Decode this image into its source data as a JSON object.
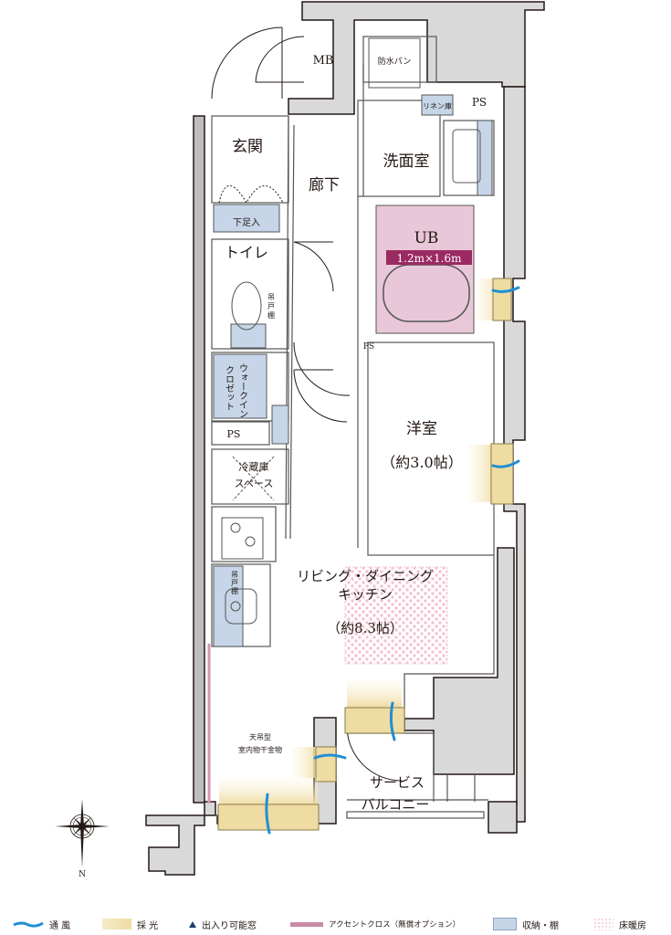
{
  "plan": {
    "rooms": {
      "mb": "MB",
      "waterproof_pan": "防水パン",
      "linen": "リネン庫",
      "ps_top": "PS",
      "entrance": "玄関",
      "hallway": "廊下",
      "washroom": "洗面室",
      "shoe_box": "下足入",
      "ub": "UB",
      "ub_size": "1.2m×1.6m",
      "toilet": "トイレ",
      "toilet_shelf": [
        "吊",
        "戸",
        "棚"
      ],
      "ps_mid": "PS",
      "wic_line1": "ウォークイン",
      "wic_line2": "クロゼット",
      "ps_left": "PS",
      "fridge_line1": "冷蔵庫",
      "fridge_line2": "スペース",
      "western_room": "洋室",
      "western_size": "（約3.0帖）",
      "kitchen_shelf": [
        "吊",
        "戸",
        "棚"
      ],
      "ldk_line1": "リビング・ダイニング",
      "ldk_line2": "キッチン",
      "ldk_size": "（約8.3帖）",
      "dryer_line1": "天吊型",
      "dryer_line2": "室内物干金物",
      "balcony_line1": "サービス",
      "balcony_line2": "バルコニー"
    },
    "compass": {
      "label": "N"
    },
    "colors": {
      "wall_fill": "#d9d9d9",
      "wall_line": "#231815",
      "ub_fill": "#e8c8d8",
      "ub_label": "#9b2a62",
      "storage": "#c6d6e8",
      "light": "#f2e2ae",
      "wind": "#1e8fd6",
      "accent": "#d596b4",
      "heat_dot": "#f2c4d2"
    }
  },
  "legend": {
    "wind": "通 風",
    "light": "採 光",
    "exit_window": "出入り可能窓",
    "accent": "アクセントクロス（無償オプション）",
    "storage": "収納・棚",
    "floor_heating": "床暖房"
  }
}
